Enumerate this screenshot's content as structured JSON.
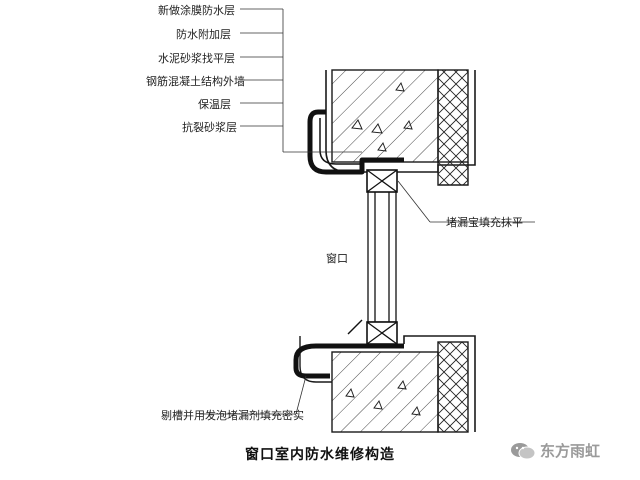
{
  "labels": {
    "layer1": "新做涂膜防水层",
    "layer2": "防水附加层",
    "layer3": "水泥砂浆找平层",
    "layer4": "钢筋混凝土结构外墙",
    "layer5": "保温层",
    "layer6": "抗裂砂浆层",
    "plug_fill": "堵漏宝填充抹平",
    "window": "窗口",
    "groove_fill": "剔槽并用发泡堵漏剂填充密实"
  },
  "caption": "窗口室内防水维修构造",
  "watermark": "东方雨虹",
  "colors": {
    "ink": "#1a1a1a",
    "hatch": "#333333",
    "watermark": "#9a9a9a"
  },
  "icons": {
    "watermark_icon": "wechat-logo"
  }
}
